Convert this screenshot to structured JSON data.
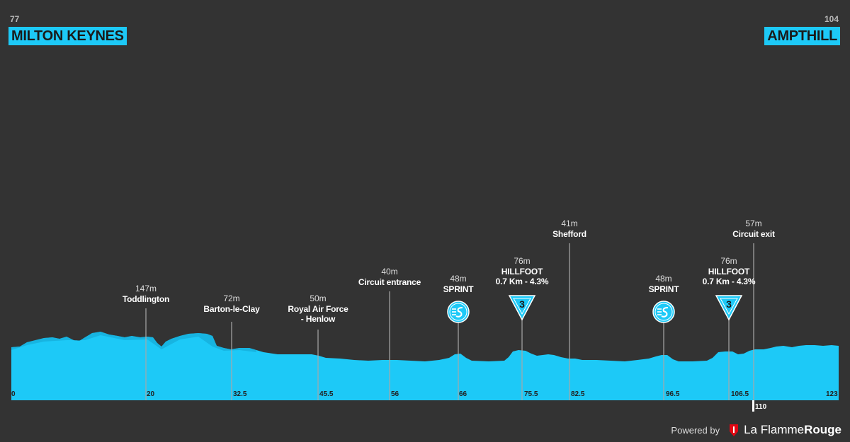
{
  "start": {
    "elevation": "77",
    "city": "MILTON KEYNES"
  },
  "finish": {
    "elevation": "104",
    "city": "AMPTHILL"
  },
  "colors": {
    "background": "#333333",
    "profile": "#1dc9f7",
    "profile_dark": "#14a9d6",
    "marker": "#1dc9f7"
  },
  "waypoints": [
    {
      "alt": "147m",
      "name": "Toddlington"
    },
    {
      "alt": "72m",
      "name": "Barton-le-Clay"
    },
    {
      "alt": "50m",
      "name": "Royal Air Force",
      "name2": "- Henlow"
    },
    {
      "alt": "40m",
      "name": "Circuit entrance"
    },
    {
      "alt": "48m",
      "name": "SPRINT",
      "icon": "sprint-icon"
    },
    {
      "alt": "76m",
      "name": "HILLFOOT",
      "name2": "0.7 Km - 4.3%",
      "icon": "climb-category-icon",
      "category": "3"
    },
    {
      "alt": "41m",
      "name": "Shefford"
    },
    {
      "alt": "48m",
      "name": "SPRINT",
      "icon": "sprint-icon"
    },
    {
      "alt": "76m",
      "name": "HILLFOOT",
      "name2": "0.7 Km - 4.3%",
      "icon": "climb-category-icon",
      "category": "3"
    },
    {
      "alt": "57m",
      "name": "Circuit exit"
    }
  ],
  "km_labels": [
    "0",
    "20",
    "32.5",
    "45.5",
    "56",
    "66",
    "75.5",
    "82.5",
    "96.5",
    "106.5",
    "110",
    "123"
  ],
  "footer": {
    "powered_by": "Powered by",
    "brand_a": "La Flamme",
    "brand_b": "Rouge"
  }
}
